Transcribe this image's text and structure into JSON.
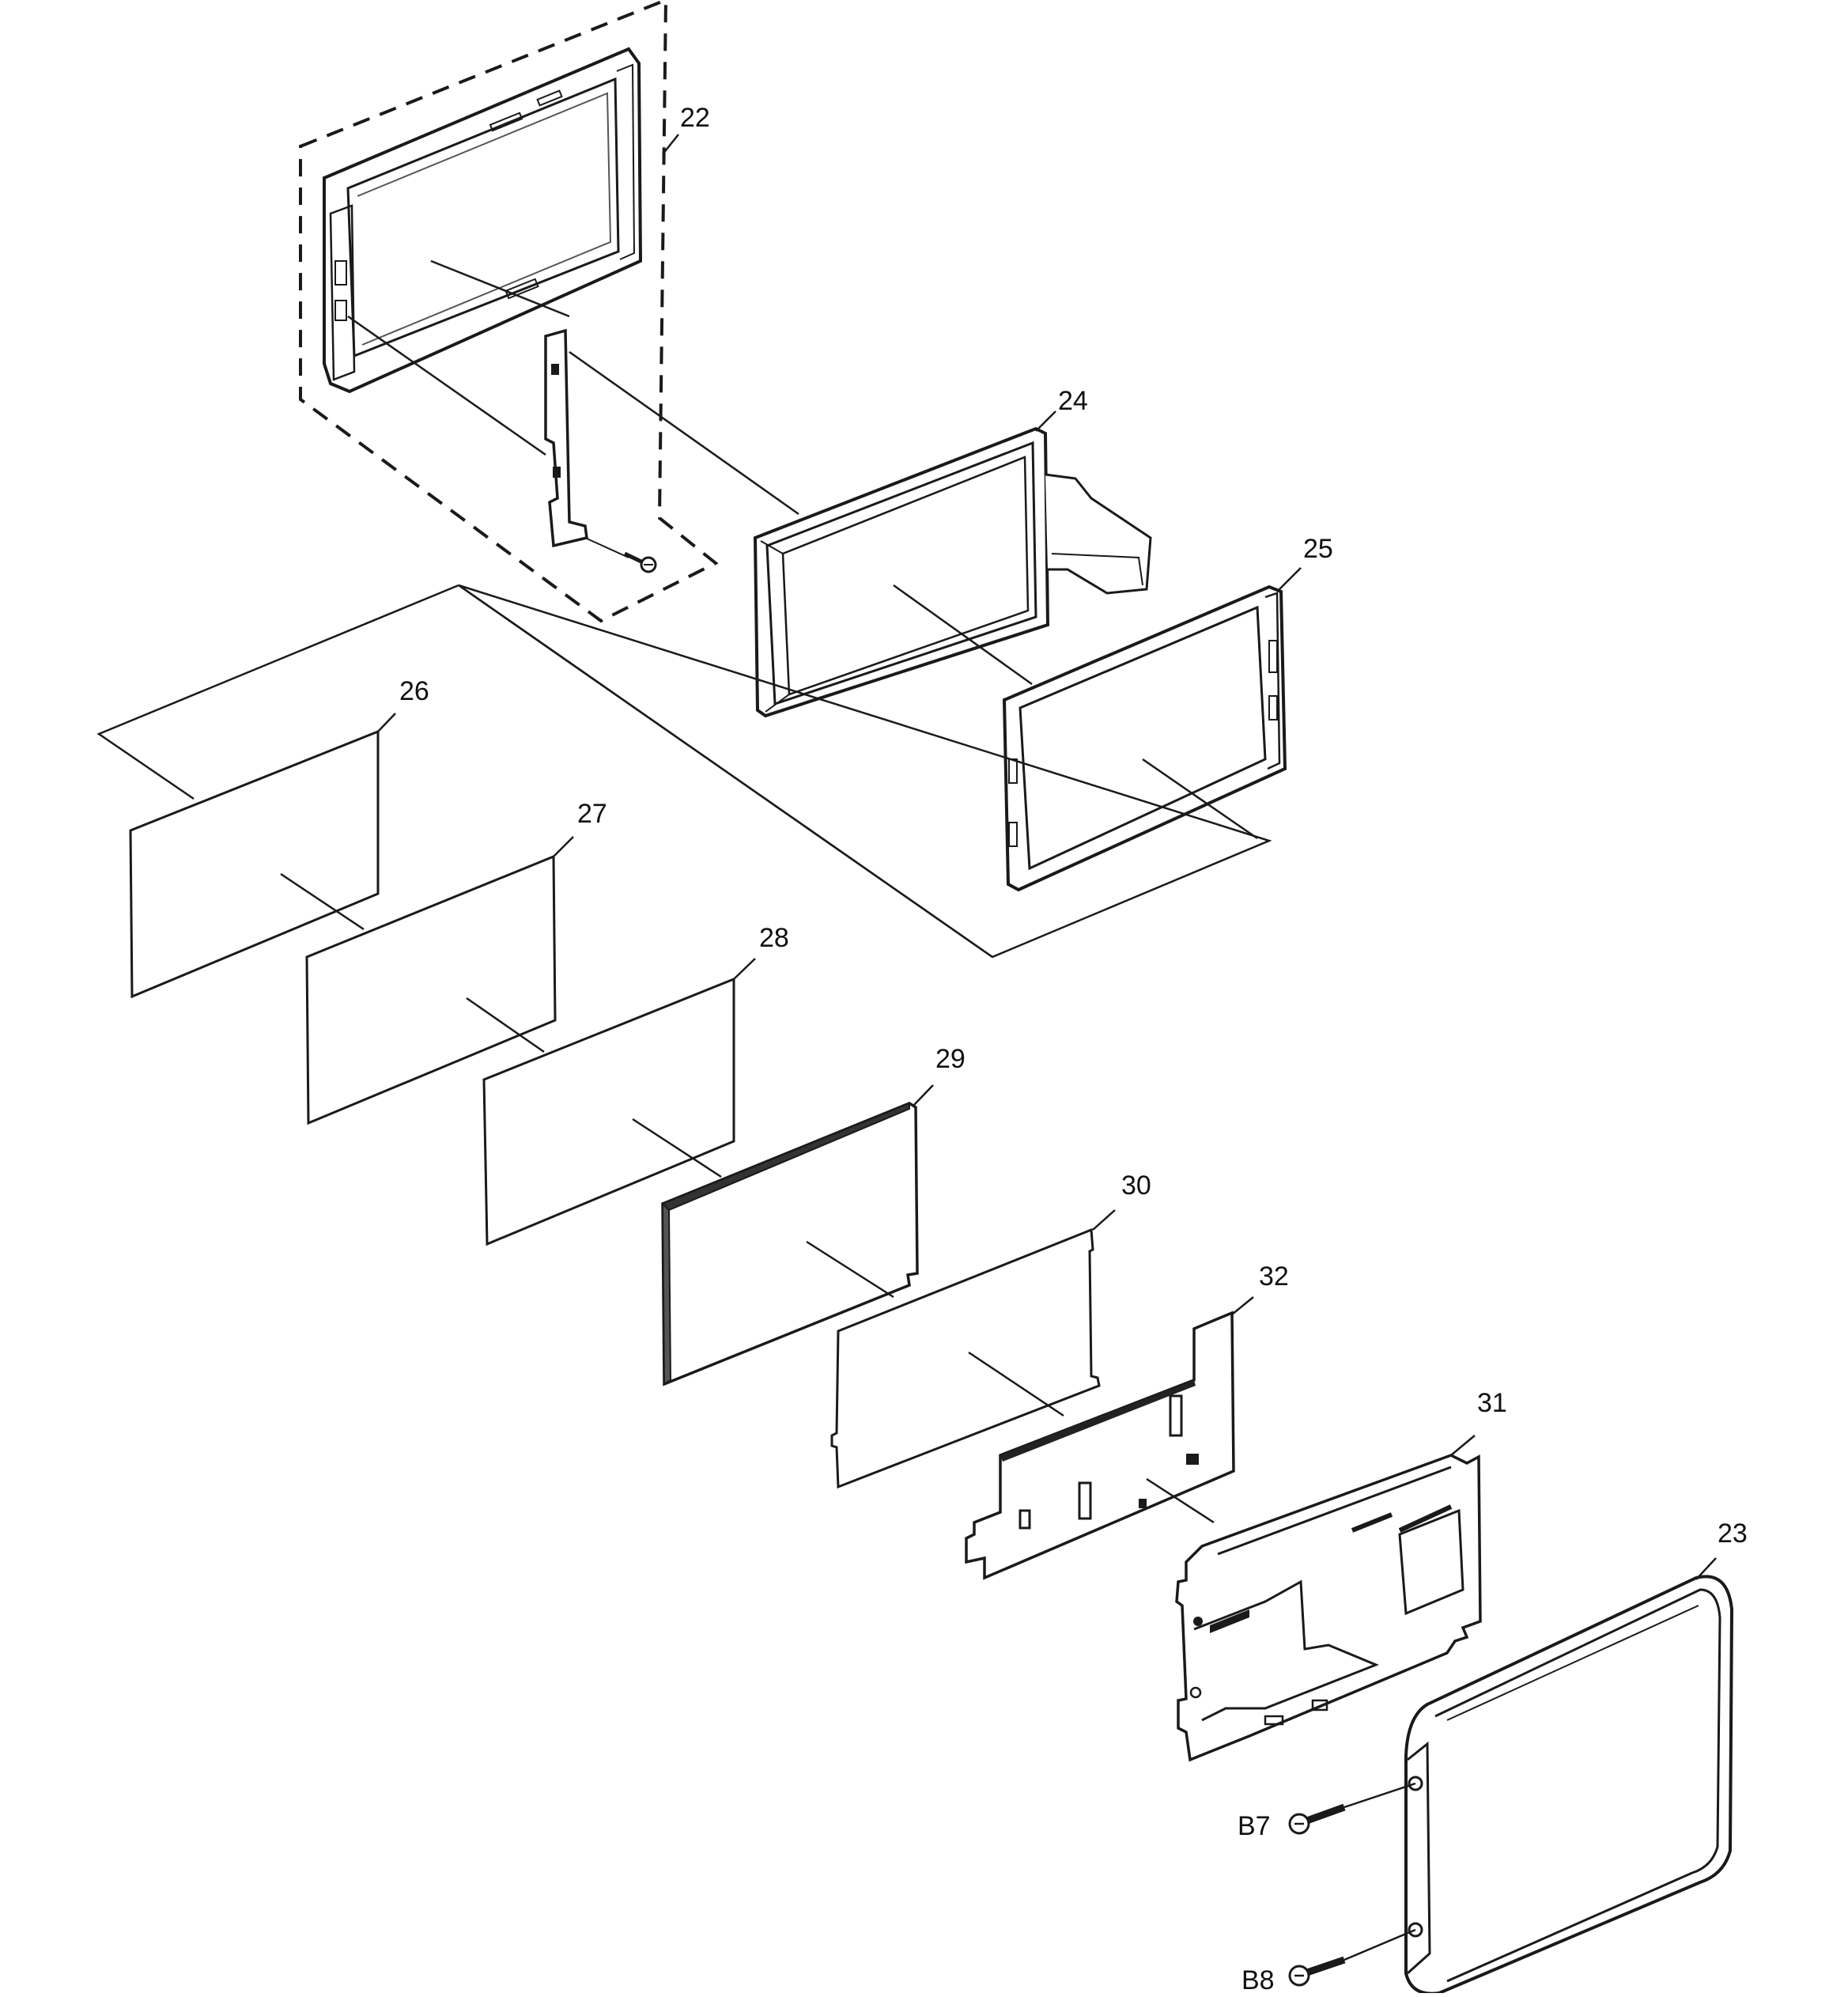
{
  "diagram": {
    "colors": {
      "line": "#1a1a1a",
      "panel_fill": "#ffffff",
      "shade": "#8a8a8a",
      "dark_panel": "#2a2a2a"
    },
    "labels": {
      "p22": "22",
      "p24": "24",
      "p25": "25",
      "p26": "26",
      "p27": "27",
      "p28": "28",
      "p29": "29",
      "p30": "30",
      "p31": "31",
      "p32": "32",
      "p23": "23",
      "b7": "B7",
      "b8": "B8"
    }
  }
}
